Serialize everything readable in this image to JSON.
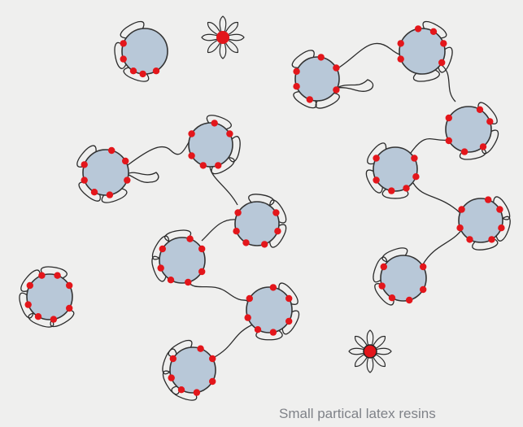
{
  "caption": "Small partical latex resins",
  "colors": {
    "background": "#efefee",
    "particle_fill": "#b8c8d8",
    "particle_stroke": "#333333",
    "site_red": "#e3161b",
    "polymer_line": "#2b2b2b"
  },
  "particles": [
    {
      "id": "p1"
    },
    {
      "id": "p2"
    },
    {
      "id": "p3"
    },
    {
      "id": "p4"
    },
    {
      "id": "p5"
    },
    {
      "id": "p6"
    },
    {
      "id": "p7"
    },
    {
      "id": "p8"
    },
    {
      "id": "p9"
    },
    {
      "id": "p10"
    },
    {
      "id": "p11"
    },
    {
      "id": "p12"
    },
    {
      "id": "p13"
    },
    {
      "id": "p14"
    }
  ],
  "free_surfactants": [
    {
      "id": "s1"
    },
    {
      "id": "s2"
    }
  ]
}
